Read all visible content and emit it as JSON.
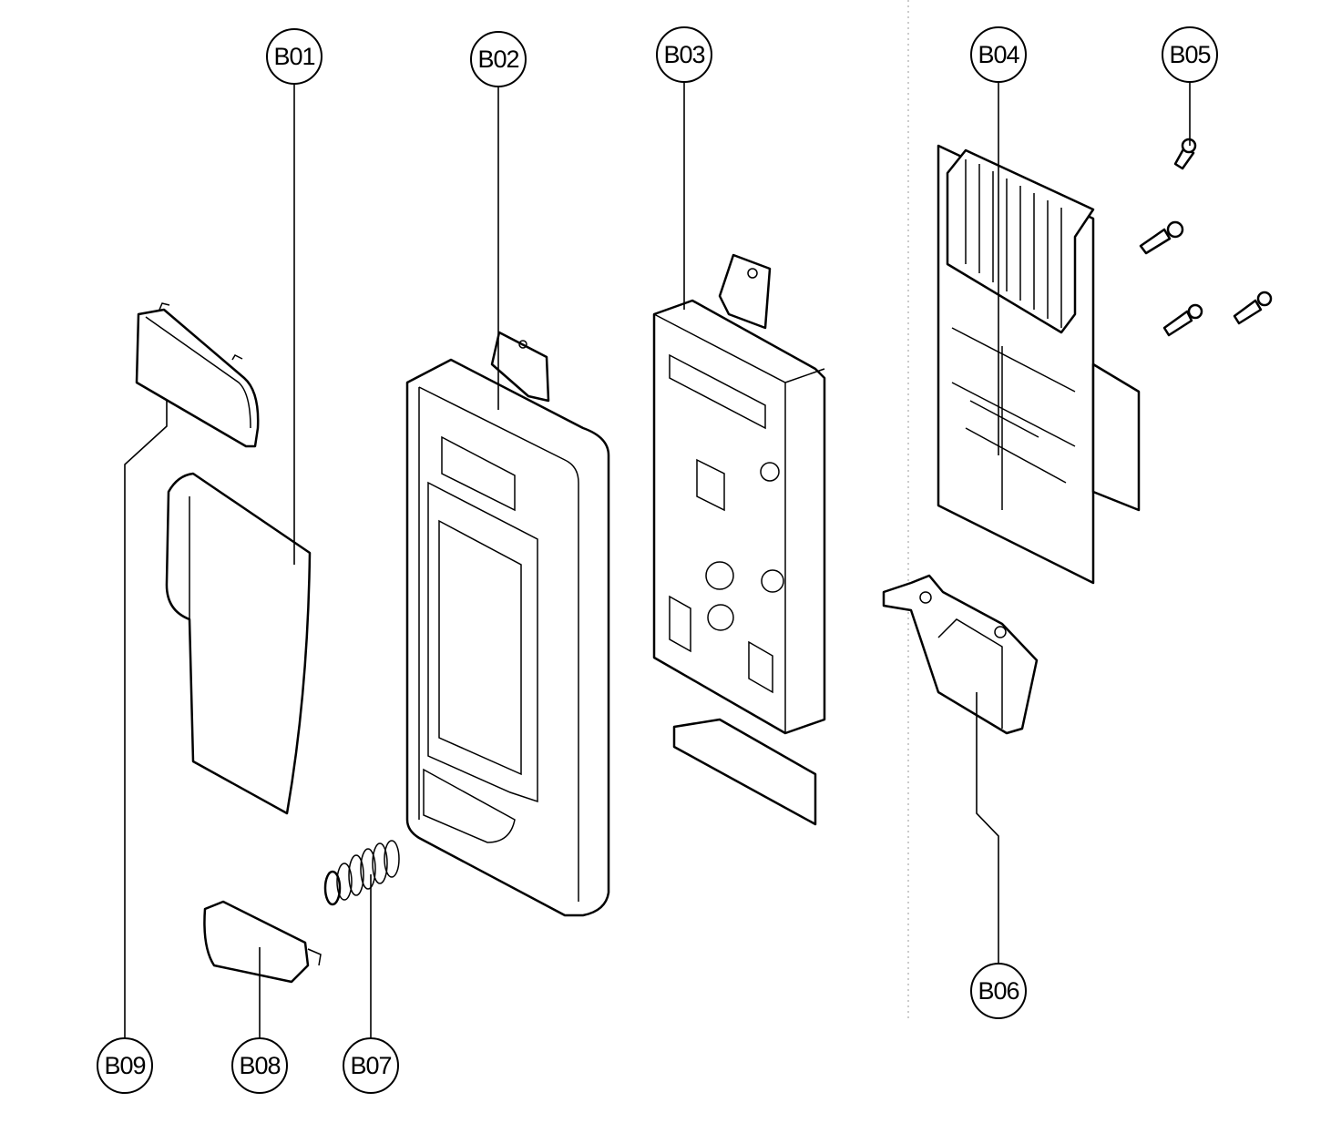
{
  "diagram": {
    "type": "exploded-parts-diagram",
    "callouts": [
      {
        "id": "b01",
        "label": "B01"
      },
      {
        "id": "b02",
        "label": "B02"
      },
      {
        "id": "b03",
        "label": "B03"
      },
      {
        "id": "b04",
        "label": "B04"
      },
      {
        "id": "b05",
        "label": "B05"
      },
      {
        "id": "b06",
        "label": "B06"
      },
      {
        "id": "b07",
        "label": "B07"
      },
      {
        "id": "b08",
        "label": "B08"
      },
      {
        "id": "b09",
        "label": "B09"
      }
    ]
  }
}
